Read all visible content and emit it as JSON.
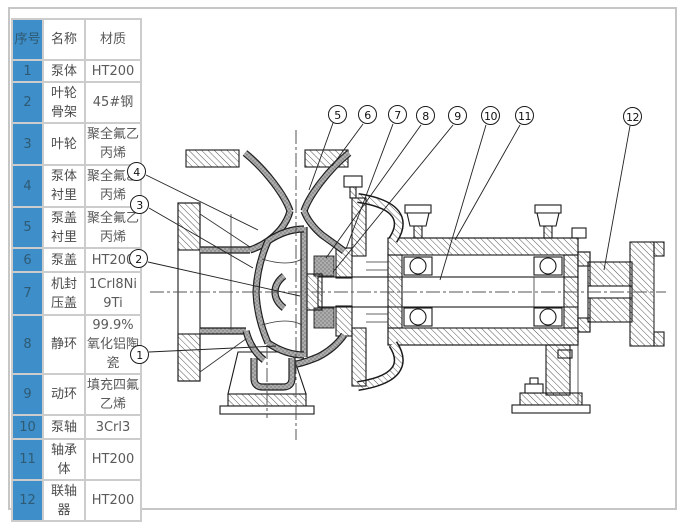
{
  "page": {
    "background": "#ffffff",
    "border_color": "#c6c6c6"
  },
  "parts_table": {
    "accent_color": "#3d8ec9",
    "grid_color": "#cccccc",
    "headers": {
      "no": "序号",
      "name": "名称",
      "material": "材质"
    },
    "rows": [
      {
        "no": "1",
        "name": "泵体",
        "material": "HT200"
      },
      {
        "no": "2",
        "name": "叶轮骨架",
        "material": "45#钢"
      },
      {
        "no": "3",
        "name": "叶轮",
        "material": "聚全氟乙丙烯"
      },
      {
        "no": "4",
        "name": "泵体衬里",
        "material": "聚全氟乙丙烯"
      },
      {
        "no": "5",
        "name": "泵盖衬里",
        "material": "聚全氟乙丙烯"
      },
      {
        "no": "6",
        "name": "泵盖",
        "material": "HT200"
      },
      {
        "no": "7",
        "name": "机封压盖",
        "material": "1Crl8Ni9Ti"
      },
      {
        "no": "8",
        "name": "静环",
        "material": "99.9%氧化铝陶瓷"
      },
      {
        "no": "9",
        "name": "动环",
        "material": "填充四氟乙烯"
      },
      {
        "no": "10",
        "name": "泵轴",
        "material": "3Crl3"
      },
      {
        "no": "11",
        "name": "轴承体",
        "material": "HT200"
      },
      {
        "no": "12",
        "name": "联轴器",
        "material": "HT200"
      }
    ]
  },
  "drawing": {
    "line_color": "#1a1a1a",
    "lining_color": "#a9a9a9",
    "callouts": [
      {
        "label": "1"
      },
      {
        "label": "2"
      },
      {
        "label": "3"
      },
      {
        "label": "4"
      },
      {
        "label": "5"
      },
      {
        "label": "6"
      },
      {
        "label": "7"
      },
      {
        "label": "8"
      },
      {
        "label": "9"
      },
      {
        "label": "10"
      },
      {
        "label": "11"
      },
      {
        "label": "12"
      }
    ]
  }
}
